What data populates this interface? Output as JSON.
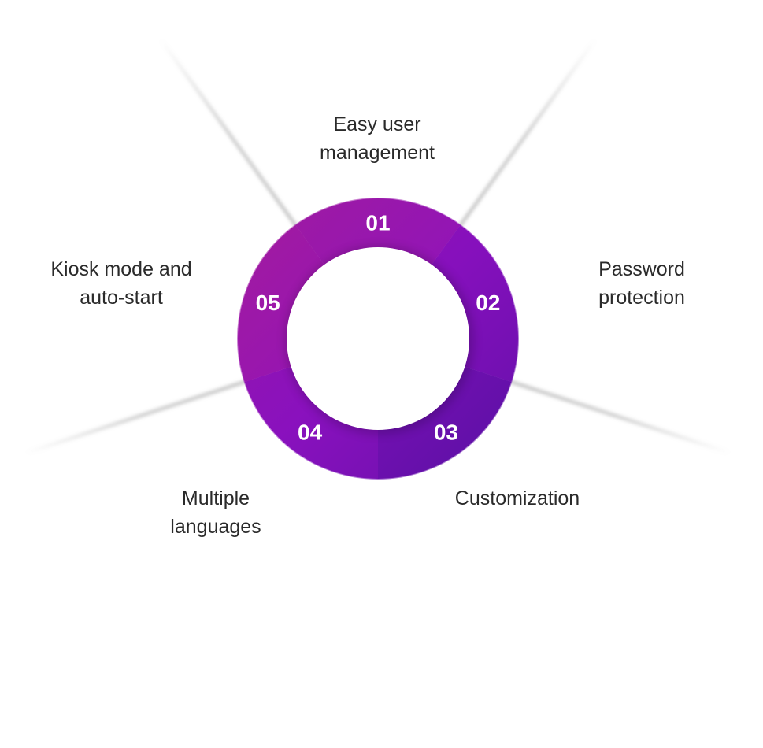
{
  "colors": {
    "ring_light": "#a01aa8",
    "ring_mid": "#8e10c2",
    "ring_dark": "#5f10a8",
    "ray": "#c8c8c8",
    "text": "#2a2a2a"
  },
  "items": [
    {
      "number": "01",
      "label_line1": "Easy user",
      "label_line2": "management"
    },
    {
      "number": "02",
      "label_line1": "Password",
      "label_line2": "protection"
    },
    {
      "number": "03",
      "label_line1": "Customization",
      "label_line2": ""
    },
    {
      "number": "04",
      "label_line1": "Multiple",
      "label_line2": "languages"
    },
    {
      "number": "05",
      "label_line1": "Kiosk mode and",
      "label_line2": "auto-start"
    }
  ]
}
